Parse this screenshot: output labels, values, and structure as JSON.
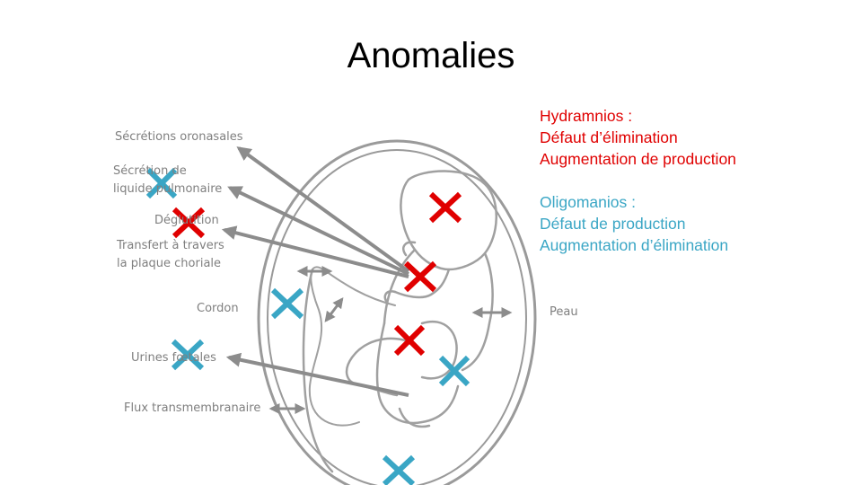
{
  "title": "Anomalies",
  "labels": {
    "secretions_oronasales": "Sécrétions oronasales",
    "secretion_liquide_line1": "Sécrétion de",
    "secretion_liquide_line2": "liquide pulmonaire",
    "deglutition": "Déglutition",
    "transfert_line1": "Transfert à travers",
    "transfert_line2": "la plaque choriale",
    "cordon": "Cordon",
    "urines": "Urines fœtales",
    "flux": "Flux transmembranaire",
    "peau": "Peau"
  },
  "legend": {
    "hydramnios": {
      "heading": "Hydramnios :",
      "items": [
        "Défaut d’élimination",
        "Augmentation de production"
      ]
    },
    "oligoamnios": {
      "heading": "Oligomanios :",
      "items": [
        "Défaut de production",
        "Augmentation d’élimination"
      ]
    }
  },
  "colors": {
    "hydramnios": "#e00000",
    "oligoamnios": "#3aa6c5",
    "arrows": "#8c8c8c",
    "outline": "#9a9a9a"
  }
}
